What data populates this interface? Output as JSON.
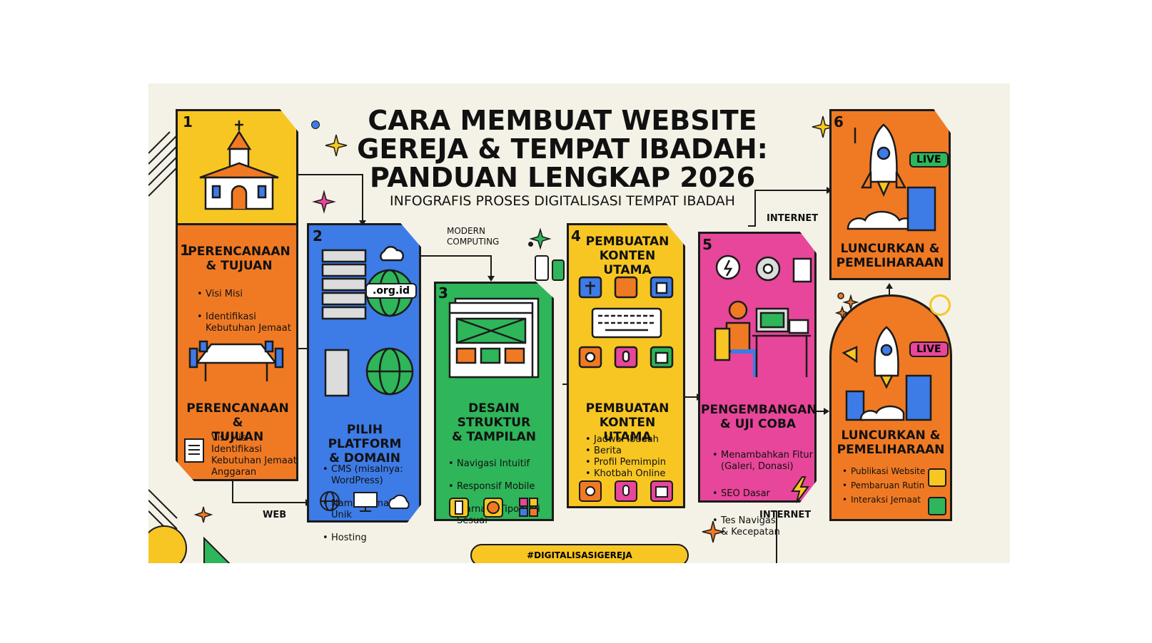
{
  "title": {
    "line1": "CARA MEMBUAT WEBSITE",
    "line2": "GEREJA & TEMPAT IBADAH:",
    "line3": "PANDUAN LENGKAP 2026"
  },
  "subtitle": "INFOGRAFIS PROSES DIGITALISASI TEMPAT IBADAH",
  "hashtags": "#DIGITALISASIGEREJA #TEKNOLOGIUNTUKUMAT",
  "connectors": {
    "modern": "MODERN\nCOMPUTING",
    "web": "WEB",
    "internet_top": "INTERNET",
    "internet_bottom": "INTERNET"
  },
  "steps": [
    {
      "number": "1",
      "number_b": "1",
      "heading": "PERENCANAAN\n& TUJUAN",
      "items": [
        "Visi Misi",
        "Identifikasi\nKebutuhan Jemaat",
        "Anggaran"
      ],
      "heading2": "PERENCANAAN &\nTUJUAN",
      "items2": "Visi Misi\nIdentifikasi\nKebutuhan Jemaat\nAnggaran"
    },
    {
      "number": "2",
      "domain_badge": ".org.id",
      "heading": "PILIH PLATFORM\n& DOMAIN",
      "items": [
        "CMS (misalnya:\nWordPress)",
        "Nama Domain Unik",
        "Hosting"
      ]
    },
    {
      "number": "3",
      "heading": "DESAIN\nSTRUKTUR\n& TAMPILAN",
      "items": [
        "Navigasi Intuitif",
        "Responsif Mobile",
        "Warna & Tipografi\nSesuai"
      ]
    },
    {
      "number": "4",
      "heading": "PEMBUATAN\nKONTEN UTAMA",
      "heading2": "PEMBUATAN\nKONTEN UTAMA",
      "items": [
        "Jadwal Ibadah",
        "Berita",
        "Profil Pemimpin",
        "Khotbah Online"
      ]
    },
    {
      "number": "5",
      "heading": "PENGEMBANGAN\n& UJI COBA",
      "items": [
        "Menambahkan Fitur\n(Galeri, Donasi)",
        "SEO Dasar",
        "Tes Navigasi\n& Kecepatan"
      ]
    },
    {
      "number": "6",
      "live_top": "LIVE",
      "heading": "LUNCURKAN &\nPEMELIHARAAN",
      "live_bottom": "LIVE",
      "heading2": "LUNCURKAN &\nPEMELIHARAAN",
      "items": [
        "Publikasi Website",
        "Pembaruan Rutin",
        "Interaksi Jemaat"
      ]
    }
  ],
  "colors": {
    "yellow": "#f7c623",
    "orange": "#f07a24",
    "blue": "#3d7be6",
    "green": "#2fb55a",
    "pink": "#e8469a",
    "ink": "#1b1b1b",
    "cream": "#f4f1e6"
  }
}
